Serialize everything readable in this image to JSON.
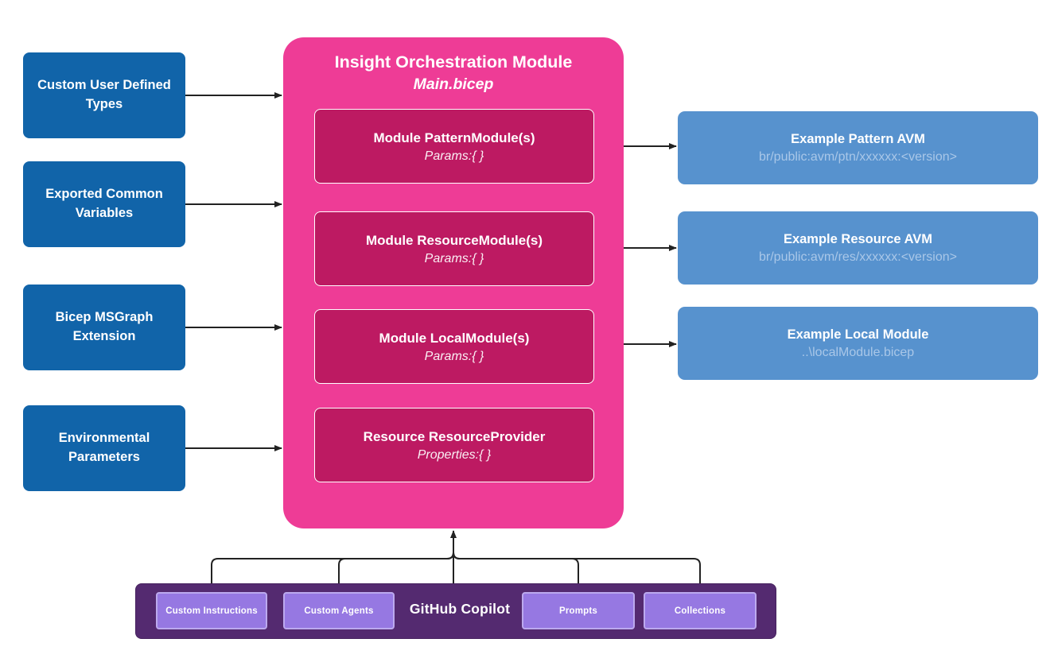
{
  "diagram": {
    "left_inputs": [
      {
        "label": "Custom User Defined Types"
      },
      {
        "label": "Exported Common Variables"
      },
      {
        "label": "Bicep MSGraph Extension"
      },
      {
        "label": "Environmental Parameters"
      }
    ],
    "orchestrator": {
      "title": "Insight Orchestration Module",
      "subtitle": "Main.bicep",
      "modules": [
        {
          "title": "Module PatternModule(s)",
          "subtitle": "Params:{ }"
        },
        {
          "title": "Module ResourceModule(s)",
          "subtitle": "Params:{ }"
        },
        {
          "title": "Module LocalModule(s)",
          "subtitle": "Params:{ }"
        },
        {
          "title": "Resource ResourceProvider",
          "subtitle": "Properties:{ }"
        }
      ]
    },
    "outputs": [
      {
        "title": "Example Pattern AVM",
        "subtitle": "br/public:avm/ptn/xxxxxx:<version>"
      },
      {
        "title": "Example Resource AVM",
        "subtitle": "br/public:avm/res/xxxxxx:<version>"
      },
      {
        "title": "Example Local Module",
        "subtitle": "..\\localModule.bicep"
      }
    ],
    "copilot": {
      "title": "GitHub Copilot",
      "items": [
        {
          "label": "Custom Instructions"
        },
        {
          "label": "Custom Agents"
        },
        {
          "label": "Prompts"
        },
        {
          "label": "Collections"
        }
      ]
    },
    "colors": {
      "input_blue": "#1164A9",
      "orchestrator_pink": "#EE3C96",
      "module_crimson": "#BD1A62",
      "output_blue": "#5792CE",
      "output_subtitle": "#A9C7E8",
      "bar_purple": "#542A70",
      "chip_purple": "#9678E2",
      "chip_border": "#BCA9EE",
      "connector": "#222222"
    }
  }
}
